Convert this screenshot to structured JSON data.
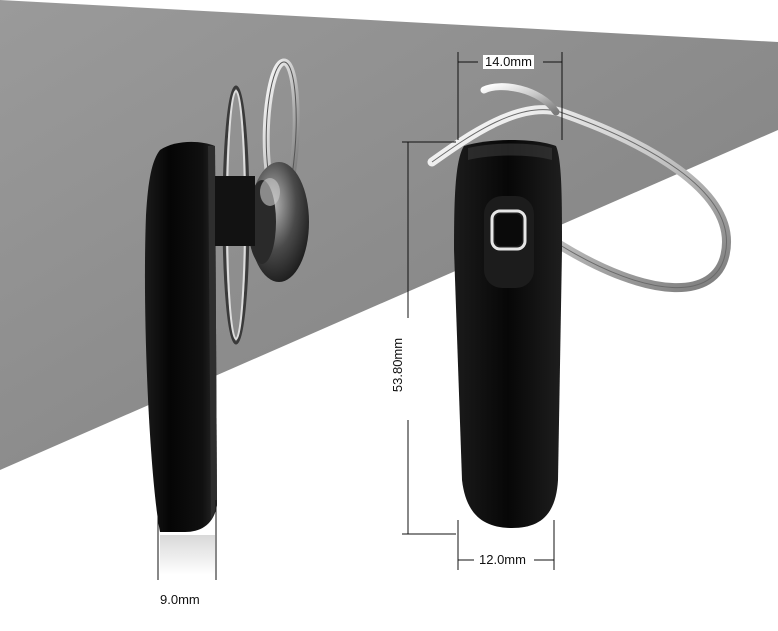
{
  "dimensions": {
    "top_width": "14.0mm",
    "bottom_width": "12.0mm",
    "height": "53.80mm",
    "side_thickness": "9.0mm"
  },
  "colors": {
    "backdrop": "#8c8c8c",
    "body": "#0d0d0d",
    "dimension_line": "#111111"
  }
}
